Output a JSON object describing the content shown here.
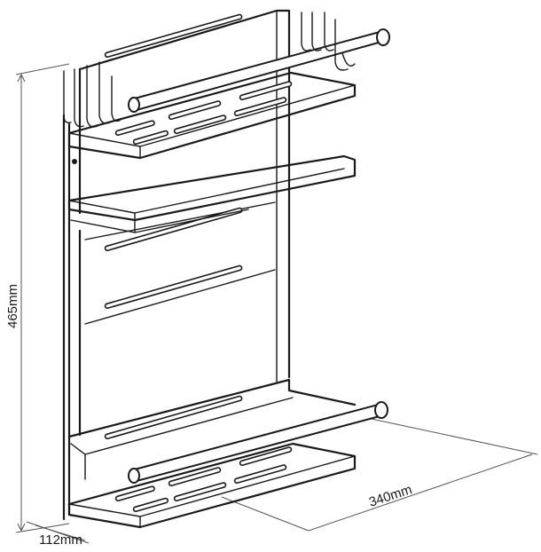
{
  "dimensions": {
    "height": "465mm",
    "width": "340mm",
    "depth": "112mm"
  },
  "colors": {
    "line": "#1a1a1a",
    "dimension_line": "#555555",
    "background": "#ffffff"
  }
}
